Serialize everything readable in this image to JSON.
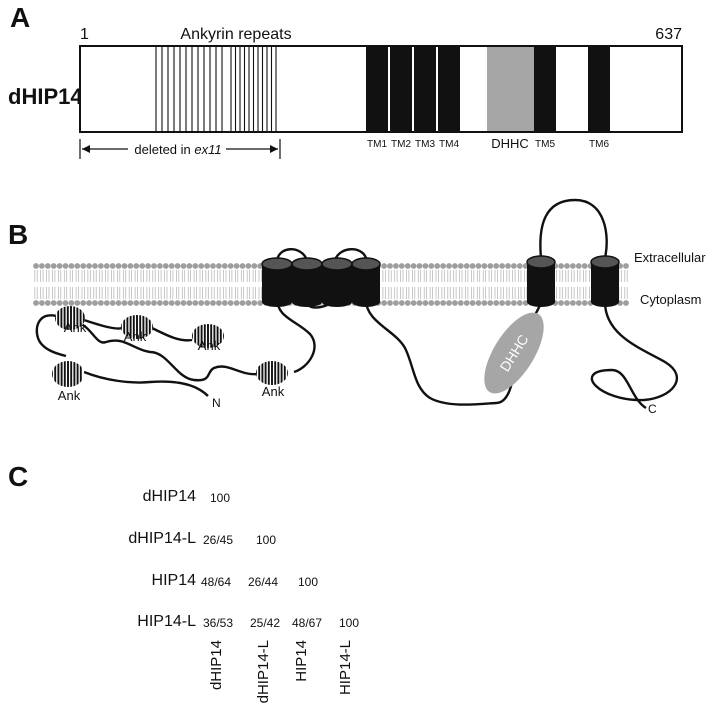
{
  "panels": {
    "a": {
      "letter": "A",
      "protein_name": "dHIP14",
      "start_label": "1",
      "end_label": "637",
      "ankyrin_label": "Ankyrin repeats",
      "deletion_prefix": "deleted in ",
      "deletion_italic": "ex11",
      "tm_labels": [
        "TM1",
        "TM2",
        "TM3",
        "TM4",
        "TM5",
        "TM6"
      ],
      "dhhc_label": "DHHC"
    },
    "b": {
      "letter": "B",
      "extracellular_label": "Extracellular",
      "cytoplasm_label": "Cytoplasm",
      "ank_labels": [
        "Ank",
        "Ank",
        "Ank",
        "Ank",
        "Ank"
      ],
      "n_terminus": "N",
      "c_terminus": "C",
      "dhhc_label": "DHHC"
    },
    "c": {
      "letter": "C",
      "row_labels": [
        "dHIP14",
        "dHIP14-L",
        "HIP14",
        "HIP14-L"
      ],
      "column_labels": [
        "dHIP14",
        "dHIP14-L",
        "HIP14",
        "HIP14-L"
      ],
      "matrix": [
        [
          "100"
        ],
        [
          "26/45",
          "100"
        ],
        [
          "48/64",
          "26/44",
          "100"
        ],
        [
          "36/53",
          "25/42",
          "48/67",
          "100"
        ]
      ]
    }
  },
  "colors": {
    "ink": "#111111",
    "dhhc_grey": "#a6a6a6",
    "lipid_head": "#9e9e9e"
  }
}
